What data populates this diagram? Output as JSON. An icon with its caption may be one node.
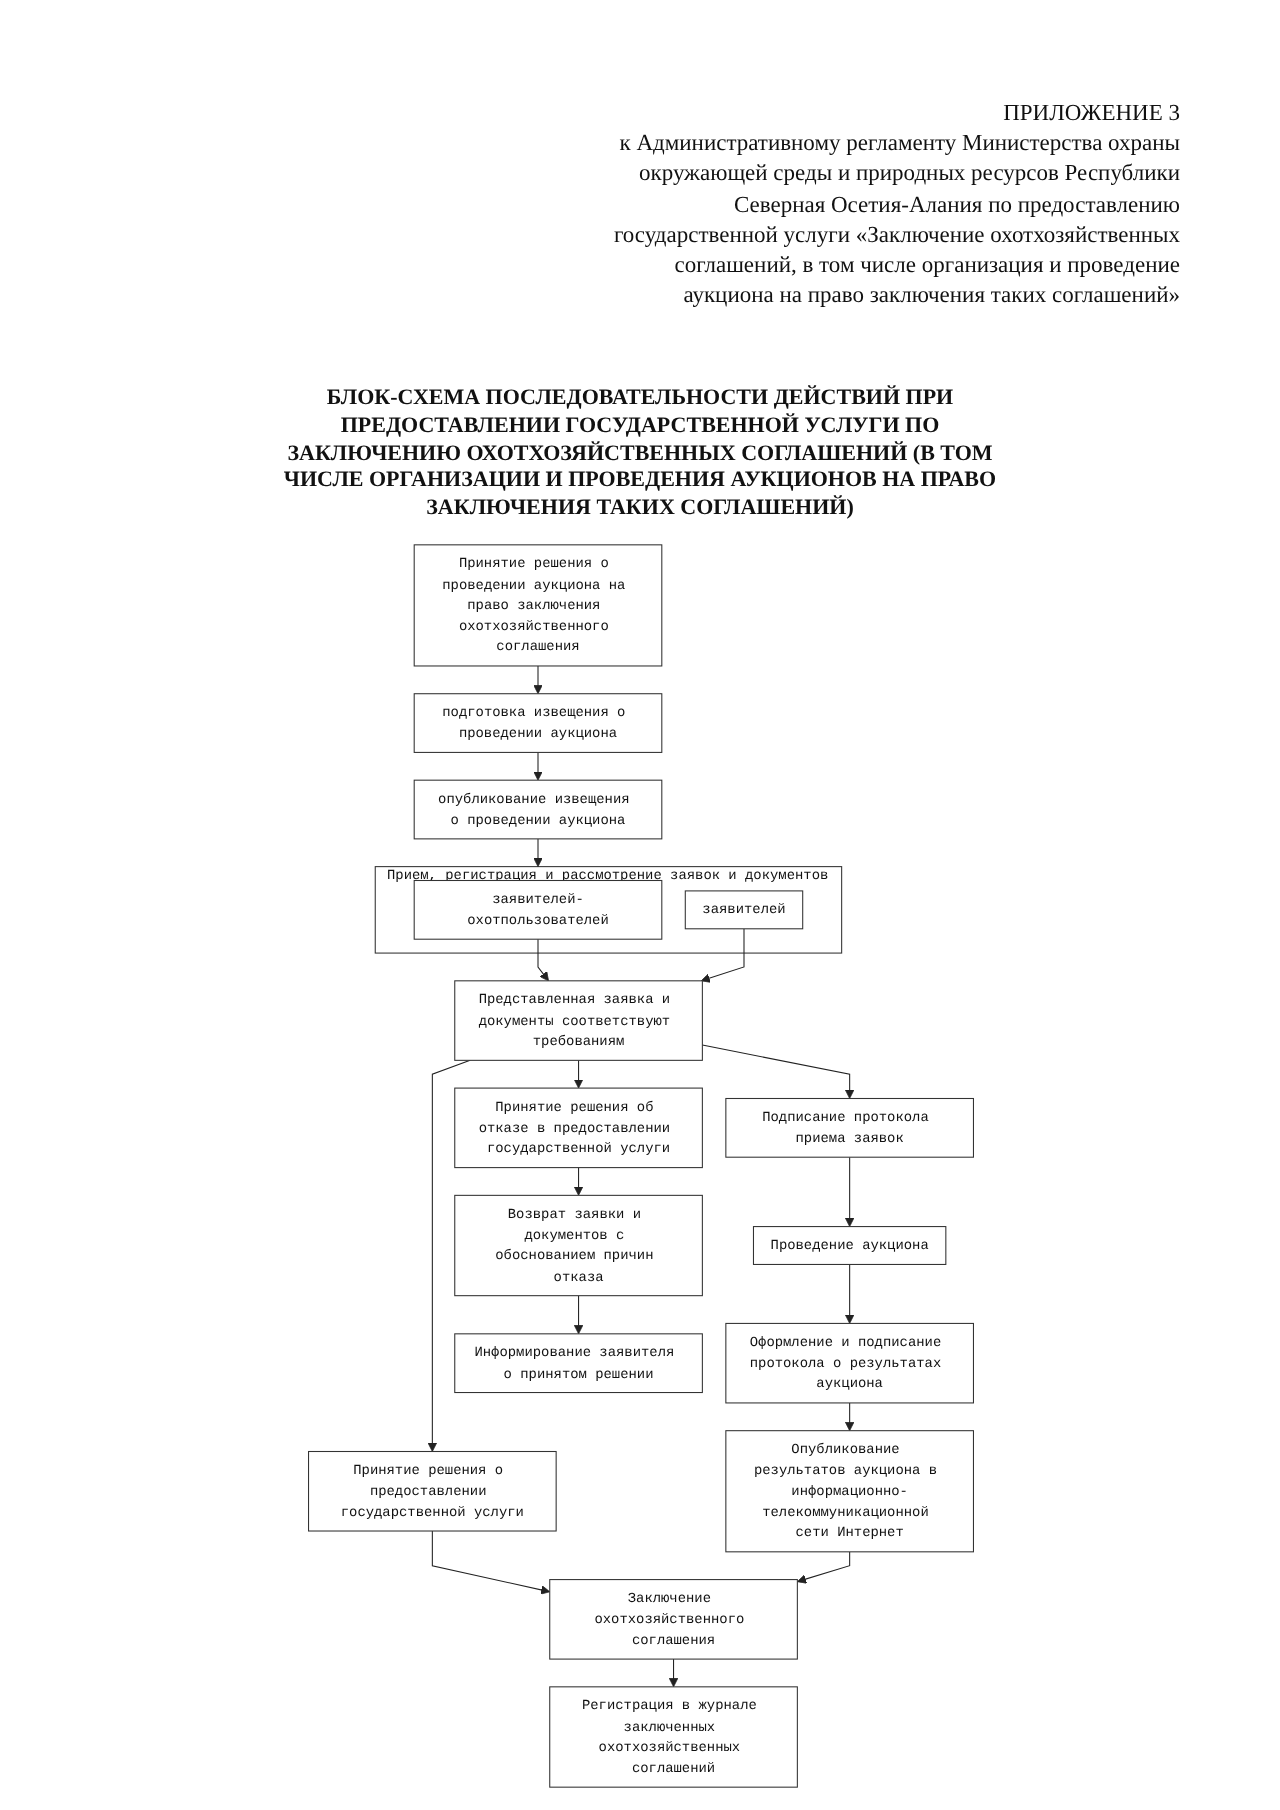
{
  "diagram": {
    "title": "БЛОК-СХЕМА ПОСЛЕДОВАТЕЛЬНОСТИ ДЕЙСТВИЙ ПРИ ПРЕДОСТАВЛЕНИИ ГОСУДАРСТВЕННОЙ УСЛУГИ ПО ЗАКЛЮЧЕНИЮ ОХОТХОЗЯЙСТВЕННЫХ СОГЛАШЕНИЙ (В ТОМ ЧИСЛЕ ОРГАНИЗАЦИИ И ПРОВЕДЕНИЯ АУКЦИОНОВ НА ПРАВО ЗАКЛЮЧЕНИЯ ТАКИХ СОГЛАШЕНИЙ)",
    "nodes": [
      {
        "text": [
          "Принятие решения о проведении аукциона на право заключения охотхозяйственного соглашения"
        ]
      },
      {
        "text": [
          "подготовка извещения о проведении аукциона"
        ]
      },
      {
        "text": [
          "опубликование извещения о проведении аукциона"
        ]
      },
      {
        "text": [
          "Прием, регистрация и рассмотрение заявок и документов"
        ]
      },
      {
        "text": [
          "заявителей-охотпользователей"
        ],
        "in": 3
      },
      {
        "text": [
          "заявителей"
        ],
        "in": 3
      },
      {
        "text": [
          "Принятие решения о предоставлении государственной услуги"
        ]
      },
      {
        "text": [
          "Представленная заявка и документы соответствуют требованиям"
        ]
      },
      {
        "text": [
          "Подписание протокола приема заявок"
        ]
      },
      {
        "text": [
          "Принятие решения об отказе в предоставлении государственной услуги"
        ]
      },
      {
        "text": [
          "Проведение аукциона"
        ]
      },
      {
        "text": [
          "Возврат заявки и документов с обоснованием причин отказа"
        ]
      },
      {
        "text": [
          "Оформление и подписание протокола о результатах аукциона"
        ]
      },
      {
        "text": [
          "Информирование заявителя о принятом решении"
        ]
      },
      {
        "text": [
          "Опубликование результатов аукциона в информационно-телекоммуникационной сети Интернет"
        ]
      },
      {
        "text": [
          "Заключение охотхозяйственного соглашения"
        ]
      },
      {
        "text": [
          "Регистрация в журнале заключенных охотхозяйственных соглашений"
        ]
      }
    ],
    "edges": [
      {
        "from": 0,
        "to": 1,
        "arrow": "to"
      },
      {
        "from": 1,
        "to": 2,
        "arrow": "to"
      },
      {
        "from": 2,
        "to": 3,
        "arrow": "to"
      },
      {
        "from": 4,
        "to": 7,
        "arrow": "to"
      },
      {
        "from": 5,
        "to": 7,
        "arrow": "to"
      },
      {
        "from": 7,
        "to": 6,
        "arrow": "to"
      },
      {
        "from": 7,
        "to": 8,
        "arrow": "to"
      },
      {
        "from": 7,
        "to": 9,
        "arrow": "to"
      },
      {
        "from": 8,
        "to": 10,
        "arrow": "to"
      },
      {
        "from": 9,
        "to": 11,
        "arrow": "to"
      },
      {
        "from": 10,
        "to": 12,
        "arrow": "to"
      },
      {
        "from": 11,
        "to": 13,
        "arrow": "to"
      },
      {
        "from": 12,
        "to": 14,
        "arrow": "to"
      },
      {
        "from": 6,
        "to": 15,
        "arrow": "to"
      },
      {
        "from": 14,
        "to": 15,
        "arrow": "to"
      },
      {
        "from": 15,
        "to": 16,
        "arrow": "to"
      }
    ],
    "labels": [
      "ПРИЛОЖЕНИЕ 3",
      "к Административному регламенту Министерства охраны окружающей среды и природных ресурсов Республики Северная Осетия-Алания по предоставлению государственной услуги «Заключение охотхозяйственных соглашений, в том числе организация и проведение аукциона на право заключения таких соглашений»"
    ]
  }
}
